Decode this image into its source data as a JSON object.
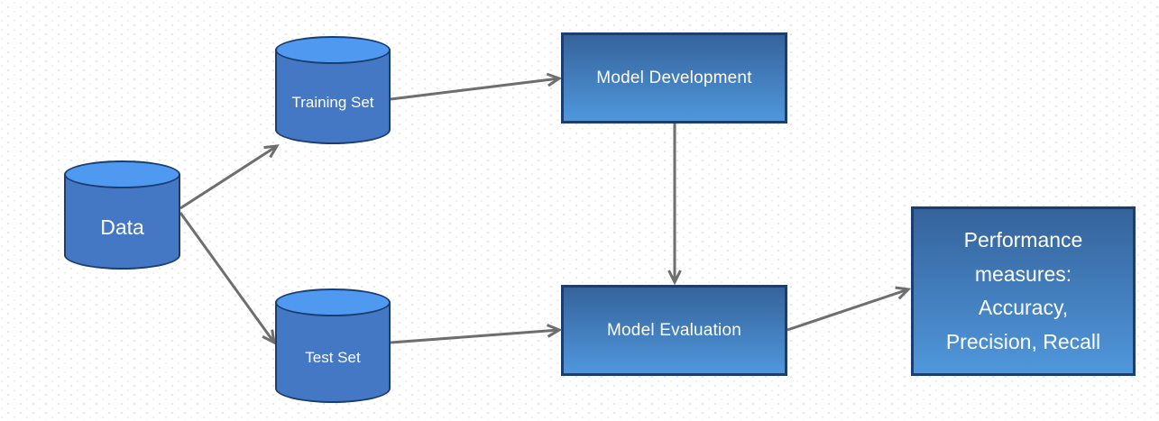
{
  "diagram": {
    "type": "flowchart",
    "nodes": {
      "data": {
        "label": "Data",
        "shape": "cylinder"
      },
      "training_set": {
        "label": "Training Set",
        "shape": "cylinder"
      },
      "test_set": {
        "label": "Test Set",
        "shape": "cylinder"
      },
      "model_development": {
        "label": "Model Development",
        "shape": "rect"
      },
      "model_evaluation": {
        "label": "Model Evaluation",
        "shape": "rect"
      },
      "performance": {
        "label": "Performance measures: Accuracy, Precision, Recall",
        "shape": "rect",
        "lines": [
          "Performance",
          "measures:",
          "Accuracy,",
          "Precision, Recall"
        ]
      }
    },
    "edges": [
      {
        "from": "Data",
        "to": "Training Set"
      },
      {
        "from": "Data",
        "to": "Test Set"
      },
      {
        "from": "Training Set",
        "to": "Model Development"
      },
      {
        "from": "Model Development",
        "to": "Model Evaluation"
      },
      {
        "from": "Test Set",
        "to": "Model Evaluation"
      },
      {
        "from": "Model Evaluation",
        "to": "Performance measures: Accuracy, Precision, Recall"
      }
    ],
    "colors": {
      "cylinder_top": "#4f99f0",
      "cylinder_body": "#4478c4",
      "box_gradient_top": "#35639b",
      "box_gradient_bottom": "#4f97dc",
      "shape_border": "#1b3d70",
      "arrow": "#6e6e6e",
      "text": "#ffffff",
      "background": "#ffffff"
    }
  }
}
